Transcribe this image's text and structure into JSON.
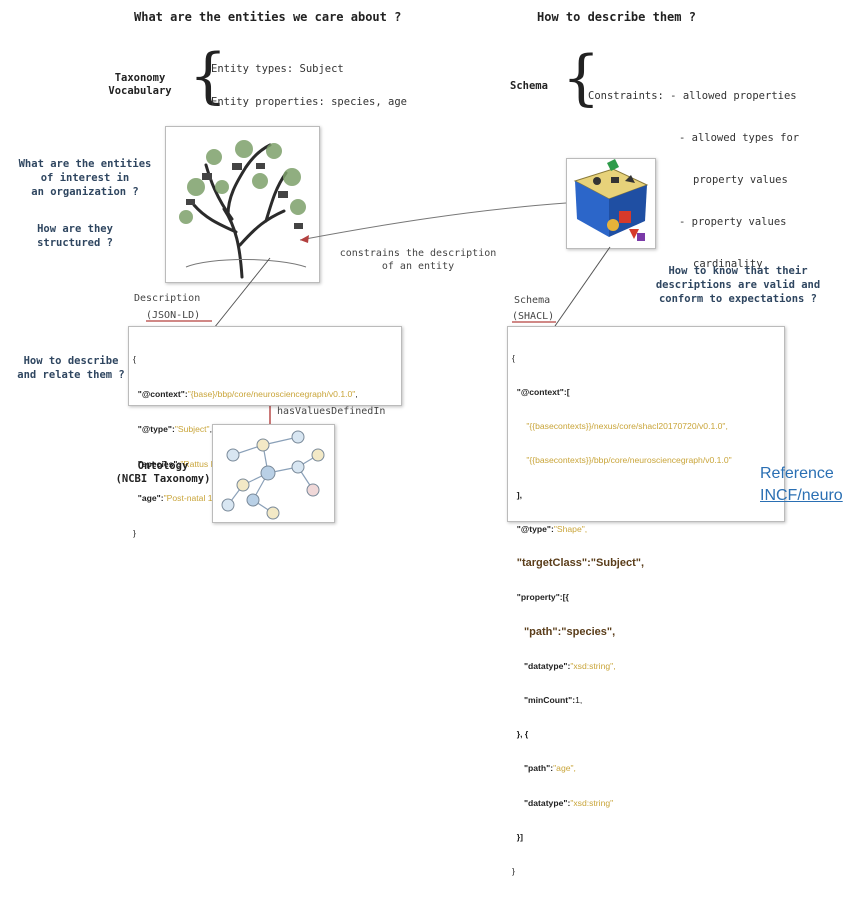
{
  "headings": {
    "left": "What are the entities we care about ?",
    "right": "How to describe them ?"
  },
  "taxonomy": {
    "label_line1": "Taxonomy",
    "label_line2": "Vocabulary",
    "entity_types": "Entity types: Subject",
    "entity_properties": "Entity properties: species, age"
  },
  "schema_top": {
    "label": "Schema",
    "constraints_line1": "Constraints: - allowed properties",
    "constraints_line2": "- allowed types for",
    "constraints_line3": "property values",
    "constraints_line4": "- property values",
    "constraints_line5": "cardinality"
  },
  "questions": {
    "q1_line1": "What are the entities",
    "q1_line2": "of interest in",
    "q1_line3": "an organization ?",
    "q2_line1": "How are they",
    "q2_line2": "structured ?",
    "q3_line1": "How to describe",
    "q3_line2": "and relate them ?",
    "q4_line1": "How to know that their",
    "q4_line2": "descriptions are valid and",
    "q4_line3": "conform to expectations ?"
  },
  "arrows": {
    "constrains_line1": "constrains the description",
    "constrains_line2": "of an entity",
    "has_values": "hasValuesDefinedIn"
  },
  "description_box": {
    "label_line1": "Description",
    "label_line2": "(JSON-LD)",
    "lines": {
      "open": "{",
      "context_key": "\"@context\":",
      "context_val": "\"{base}/bbp/core/neurosciencegraph/v0.1.0\"",
      "type_key": "\"@type\":",
      "type_val": "\"Subject\"",
      "species_key": "\"species\":",
      "species_val": "\"Rattus Norvegicus\"",
      "age_key": "\"age\":",
      "age_val": "\"Post-natal 11\"",
      "close": "}"
    }
  },
  "schema_box": {
    "label_line1": "Schema",
    "label_line2": "(SHACL)",
    "lines": {
      "open": "{",
      "context_key": "\"@context\":[",
      "ctx1": "\"{{basecontexts}}/nexus/core/shacl20170720/v0.1.0\",",
      "ctx2": "\"{{basecontexts}}/bbp/core/neurosciencegraph/v0.1.0\"",
      "ctx_close": "],",
      "type_key": "\"@type\":",
      "type_val": "\"Shape\",",
      "target_key": "\"targetClass\":",
      "target_val": "\"Subject\",",
      "property_key": "\"property\":[{",
      "path_key": "\"path\":",
      "path_val": "\"species\",",
      "datatype_key": "\"datatype\":",
      "datatype_val": "\"xsd:string\",",
      "mincount_key": "\"minCount\":",
      "mincount_val": "1,",
      "obj_sep": "}, {",
      "path2_key": "\"path\":",
      "path2_val": "\"age\",",
      "datatype2_key": "\"datatype\":",
      "datatype2_val": "\"xsd:string\"",
      "prop_close": "}]",
      "close": "}"
    }
  },
  "ontology": {
    "label_line1": "Ontology",
    "label_line2": "(NCBI Taxonomy)"
  },
  "reference": {
    "line1": "Reference",
    "line2": "INCF/neuro"
  },
  "images": {
    "tree": "money-tree-icon",
    "shape_sorter": "shape-sorter-toy-icon",
    "graph": "ontology-graph-icon"
  },
  "colors": {
    "question_text": "#2f4660",
    "string_value": "#c9a53a",
    "reference_link": "#2a6fb3",
    "arrow_red": "#b3403f"
  }
}
